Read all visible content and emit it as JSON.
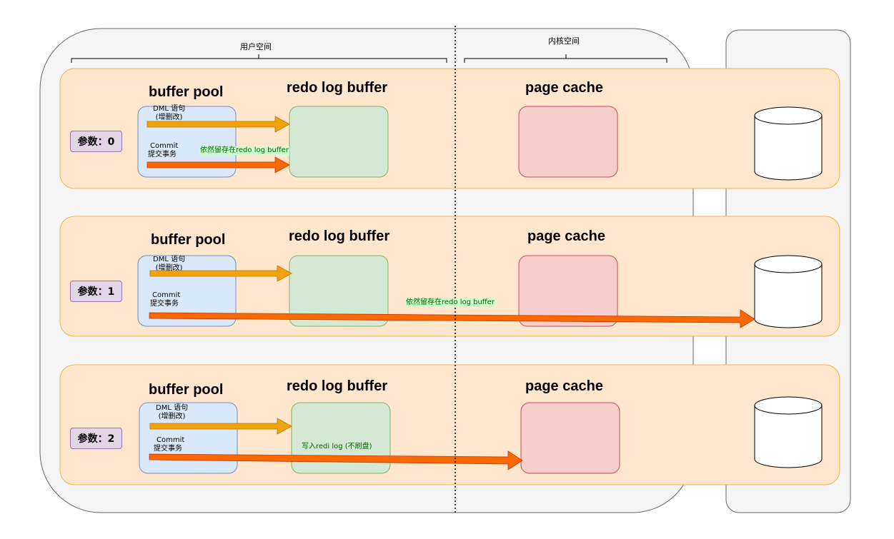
{
  "header": {
    "user_space": "用户空间",
    "kernel_space": "内核空间"
  },
  "colors": {
    "row_fill": "#ffe6cc",
    "row_stroke": "#f2b24c",
    "buffer_pool_fill": "#dae8fc",
    "buffer_pool_stroke": "#6c8ebf",
    "redo_fill": "#d5e8d4",
    "redo_stroke": "#82b366",
    "page_cache_fill": "#f8cecc",
    "page_cache_stroke": "#b85450",
    "param_fill": "#e1d5e7",
    "dml_arrow": "#f0a30a",
    "commit_arrow": "#fa6800"
  },
  "rows": [
    {
      "param_label": "参数：0",
      "buffer_pool": "buffer pool",
      "redo_log_buffer": "redo log buffer",
      "page_cache": "page cache",
      "dml_line1": "DML 语句",
      "dml_line2": "(增删改)",
      "commit_line1": "Commit",
      "commit_line2": "提交事务",
      "note": "依然留存在redo log buffer"
    },
    {
      "param_label": "参数：1",
      "buffer_pool": "buffer pool",
      "redo_log_buffer": "redo log buffer",
      "page_cache": "page cache",
      "dml_line1": "DML 语句",
      "dml_line2": "(增删改)",
      "commit_line1": "Commit",
      "commit_line2": "提交事务",
      "note": "依然留存在redo log buffer"
    },
    {
      "param_label": "参数：2",
      "buffer_pool": "buffer pool",
      "redo_log_buffer": "redo log buffer",
      "page_cache": "page cache",
      "dml_line1": "DML 语句",
      "dml_line2": "(增删改)",
      "commit_line1": "Commit",
      "commit_line2": "提交事务",
      "note": "写入redi log (不刷盘)"
    }
  ]
}
